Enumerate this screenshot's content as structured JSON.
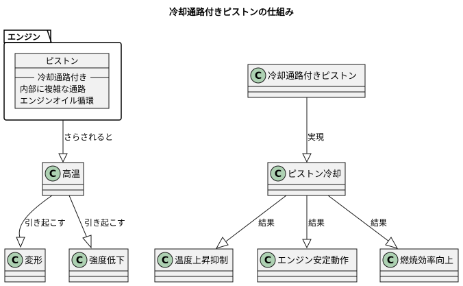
{
  "title": "冷却通路付きピストンの仕組み",
  "package": {
    "label": "エンジン"
  },
  "nodes": {
    "piston": {
      "name": "ピストン",
      "separator_label": "冷却通路付き",
      "lines": [
        "内部に複雑な通路",
        "エンジンオイル循環"
      ]
    },
    "cooled_piston": {
      "label": "冷却通路付きピストン",
      "stereotype": "C"
    },
    "high_temp": {
      "label": "高温",
      "stereotype": "C"
    },
    "piston_cooling": {
      "label": "ピストン冷却",
      "stereotype": "C"
    },
    "deform": {
      "label": "変形",
      "stereotype": "C"
    },
    "strength_drop": {
      "label": "強度低下",
      "stereotype": "C"
    },
    "temp_rise": {
      "label": "温度上昇抑制",
      "stereotype": "C"
    },
    "engine_stable": {
      "label": "エンジン安定動作",
      "stereotype": "C"
    },
    "combustion": {
      "label": "燃焼効率向上",
      "stereotype": "C"
    }
  },
  "edges": {
    "piston_to_high": "さらされると",
    "cooled_to_cooling": "実現",
    "high_to_deform": "引き起こす",
    "high_to_strength": "引き起こす",
    "cooling_to_temp": "結果",
    "cooling_to_engine": "結果",
    "cooling_to_combustion": "結果"
  },
  "colors": {
    "class_fill": "#f1f1f1",
    "stroke": "#181818",
    "circle_fill": "#add1b2"
  }
}
